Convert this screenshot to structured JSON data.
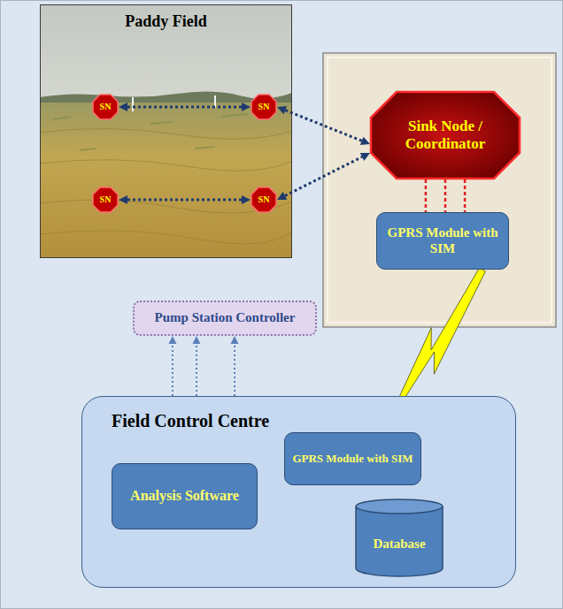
{
  "diagram": {
    "nodes": [
      {
        "text": [
          "Paddy Field"
        ]
      },
      {
        "text": [
          "SN"
        ],
        "in": 0
      },
      {
        "text": [
          "SN"
        ],
        "in": 0
      },
      {
        "text": [
          "SN"
        ],
        "in": 0
      },
      {
        "text": [
          "SN"
        ],
        "in": 0
      },
      {
        "text": [
          "Sink Node / Coordinator"
        ]
      },
      {
        "text": [
          "GPRS Module with SIM"
        ]
      },
      {
        "text": [
          "Pump Station Controller"
        ]
      },
      {
        "text": [
          "Field Control Centre"
        ]
      },
      {
        "text": [
          "GPRS Module with SIM"
        ],
        "in": 8
      },
      {
        "text": [
          "Analysis Software"
        ],
        "in": 8
      },
      {
        "text": [
          "Database"
        ],
        "in": 8
      }
    ],
    "edges": [
      {
        "from": 1,
        "to": 2,
        "arrow": "both"
      },
      {
        "from": 3,
        "to": 4,
        "arrow": "both"
      },
      {
        "from": 2,
        "to": 5,
        "arrow": "both"
      },
      {
        "from": 4,
        "to": 5,
        "arrow": "both"
      },
      {
        "from": 5,
        "to": 6,
        "arrow": "none"
      },
      {
        "from": 5,
        "to": 6,
        "arrow": "none"
      },
      {
        "from": 5,
        "to": 6,
        "arrow": "none"
      },
      {
        "from": 6,
        "to": 9,
        "arrow": "none"
      },
      {
        "from": 8,
        "to": 7,
        "arrow": "to"
      },
      {
        "from": 8,
        "to": 7,
        "arrow": "to"
      },
      {
        "from": 8,
        "to": 7,
        "arrow": "to"
      }
    ]
  }
}
